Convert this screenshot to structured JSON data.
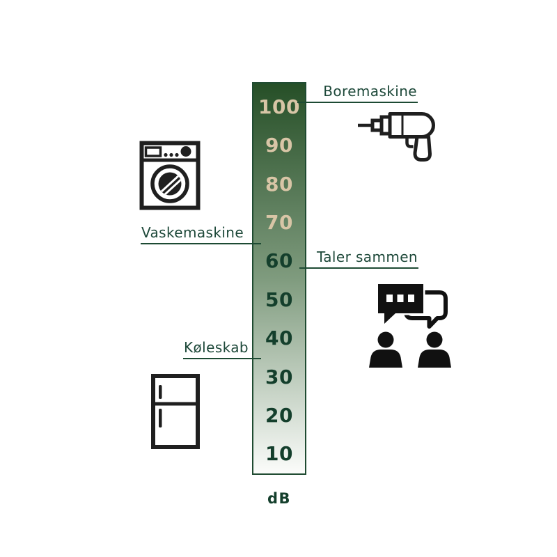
{
  "page": {
    "background": "#ffffff"
  },
  "unit_label": "dB",
  "colors": {
    "bar-top": "#264f27",
    "bar-mid": "#7f9b7e",
    "bar-bottom": "#fbfcfa",
    "bar-border": "#1f4b31",
    "tick-light": "#d8c5a6",
    "tick-dark": "#143f2c",
    "label-text": "#1d4839",
    "line": "#1d4a33",
    "icon": "#1f1f1f",
    "bg": "#ffffff"
  },
  "scale": {
    "unit": "dB",
    "min": 10,
    "max": 100,
    "ticks": [
      "100",
      "90",
      "80",
      "70",
      "60",
      "50",
      "40",
      "30",
      "20",
      "10"
    ],
    "light_tick_count": 4
  },
  "items": [
    {
      "label": "Boremaskine",
      "icon": "drill-icon",
      "approx_db": 100,
      "side": "right"
    },
    {
      "label": "Vaskemaskine",
      "icon": "washing-machine-icon",
      "approx_db": 65,
      "side": "left"
    },
    {
      "label": "Taler sammen",
      "icon": "conversation-icon",
      "approx_db": 58,
      "side": "right"
    },
    {
      "label": "Køleskab",
      "icon": "refrigerator-icon",
      "approx_db": 35,
      "side": "left"
    }
  ],
  "chart_data": {
    "type": "bar",
    "title": "",
    "ylabel": "dB",
    "axis_ticks": [
      100,
      90,
      80,
      70,
      60,
      50,
      40,
      30,
      20,
      10
    ],
    "ylim": [
      10,
      100
    ],
    "legend": "none",
    "annotations": [
      {
        "label": "Boremaskine",
        "db": 100
      },
      {
        "label": "Vaskemaskine",
        "db": 65
      },
      {
        "label": "Taler sammen",
        "db": 58
      },
      {
        "label": "Køleskab",
        "db": 35
      }
    ]
  }
}
